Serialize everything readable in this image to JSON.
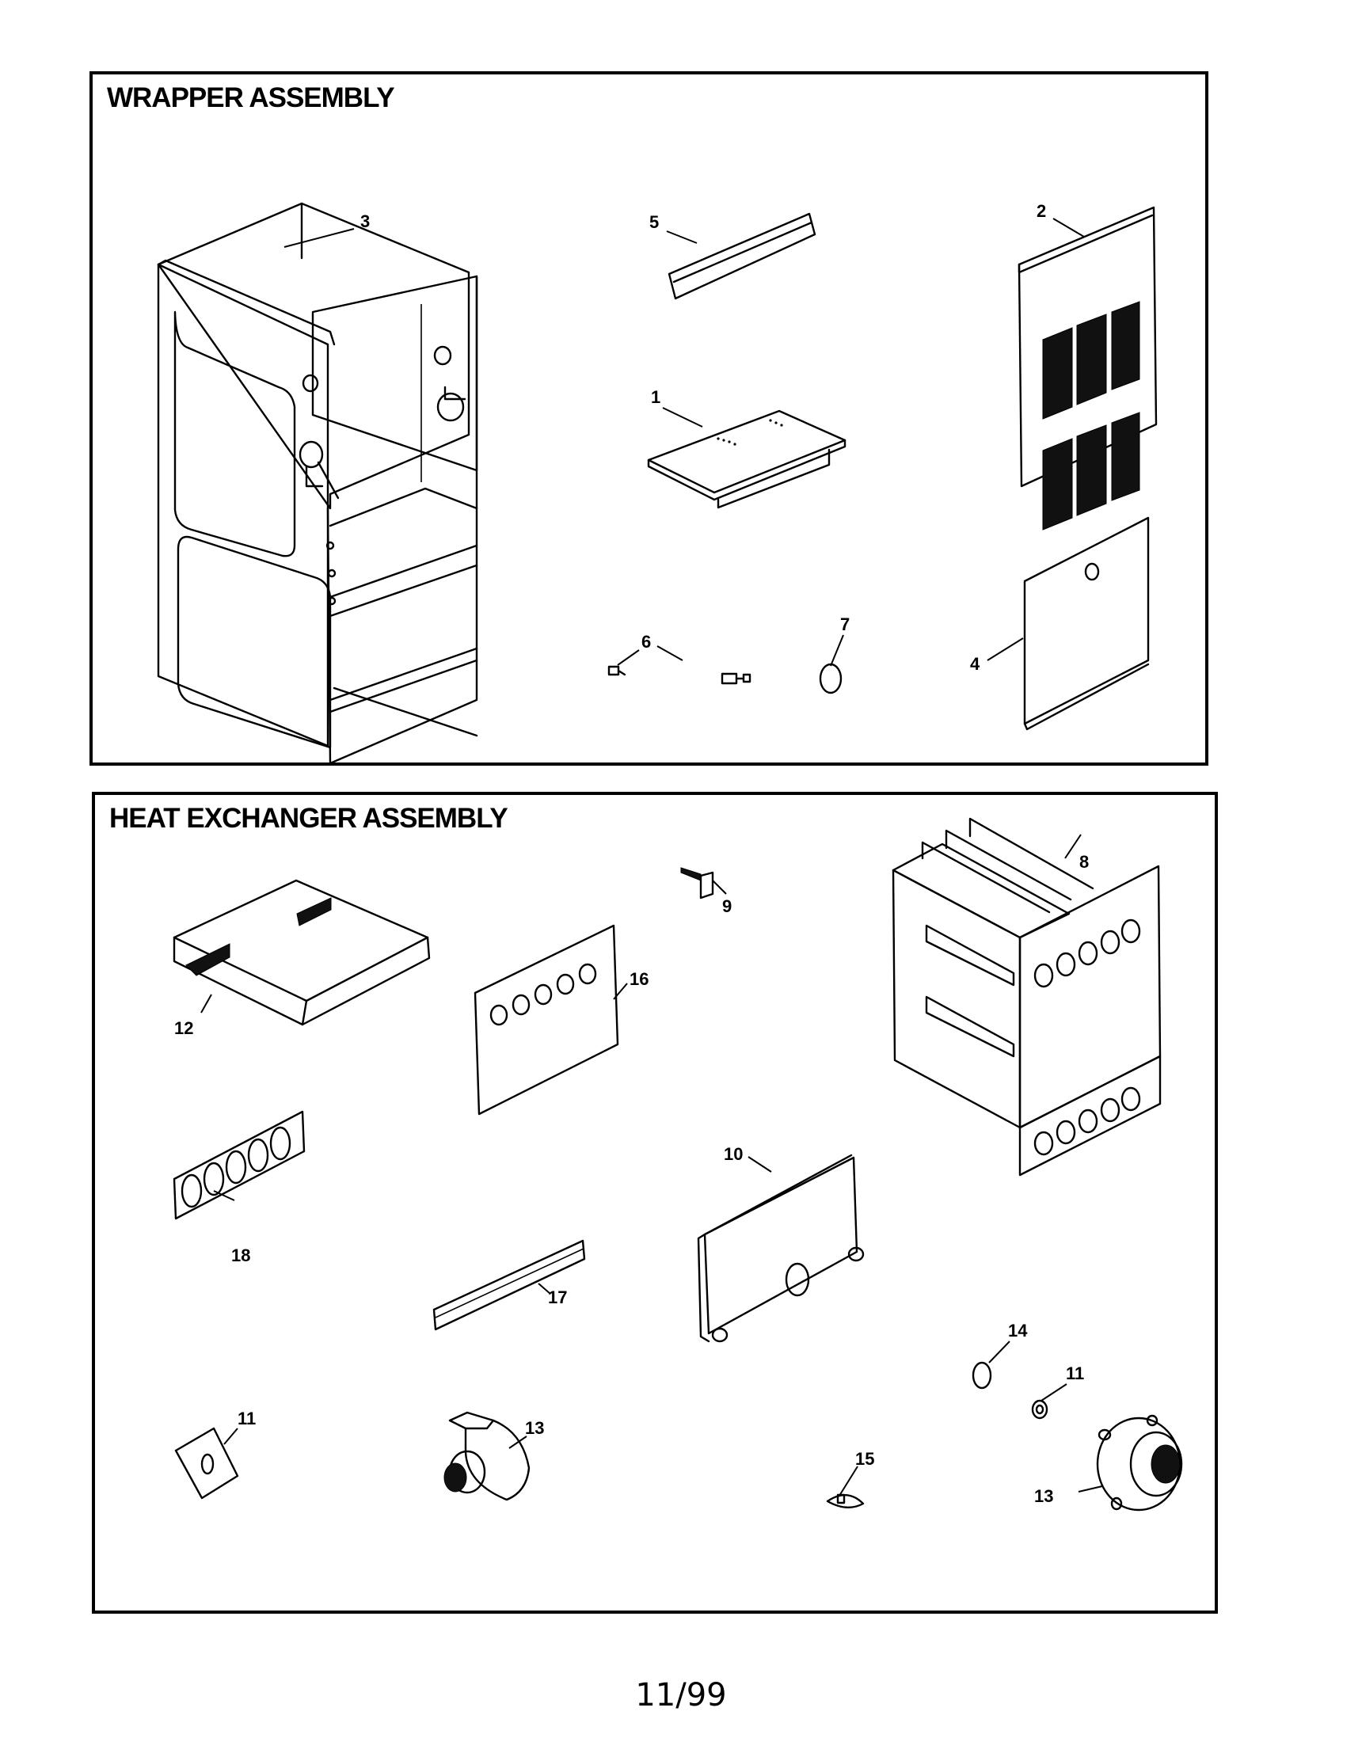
{
  "sections": {
    "wrapper": {
      "title": "WRAPPER ASSEMBLY",
      "callouts": {
        "part_1": "1",
        "part_2": "2",
        "part_3": "3",
        "part_4": "4",
        "part_5": "5",
        "part_6": "6",
        "part_7": "7"
      }
    },
    "heat_exchanger": {
      "title": "HEAT EXCHANGER ASSEMBLY",
      "callouts": {
        "part_8": "8",
        "part_9": "9",
        "part_10": "10",
        "part_11_a": "11",
        "part_11_b": "11",
        "part_12": "12",
        "part_13_a": "13",
        "part_13_b": "13",
        "part_14": "14",
        "part_15": "15",
        "part_16": "16",
        "part_17": "17",
        "part_18": "18"
      }
    }
  },
  "footer": {
    "page_number": "11/99"
  }
}
